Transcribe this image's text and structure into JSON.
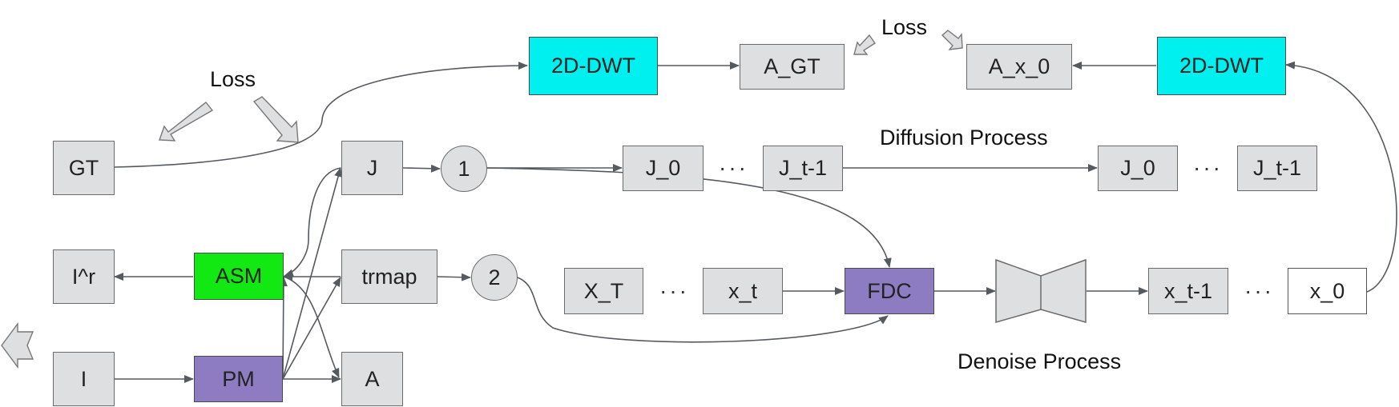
{
  "loss_left": "Loss",
  "loss_right": "Loss",
  "diffusion_process": "Diffusion Process",
  "denoise_process": "Denoise Process",
  "ellipsis": "···",
  "nodes": {
    "dwt_left": "2D-DWT",
    "a_gt": "A_GT",
    "a_x0": "A_x_0",
    "dwt_right": "2D-DWT",
    "gt": "GT",
    "j": "J",
    "circle1": "1",
    "j0_a": "J_0",
    "jt1_a": "J_t-1",
    "j0_b": "J_0",
    "jt1_b": "J_t-1",
    "ir": "I^r",
    "asm": "ASM",
    "trmap": "trmap",
    "circle2": "2",
    "xT": "X_T",
    "xt": "x_t",
    "fdc": "FDC",
    "xt1": "x_t-1",
    "x0": "x_0",
    "i": "I",
    "pm": "PM",
    "a": "A"
  },
  "colors": {
    "box_fill": "#dedfe1",
    "dwt_fill": "#00f0f0",
    "asm_fill": "#12e812",
    "purple_fill": "#8d7cc2",
    "edge": "#555a60"
  }
}
